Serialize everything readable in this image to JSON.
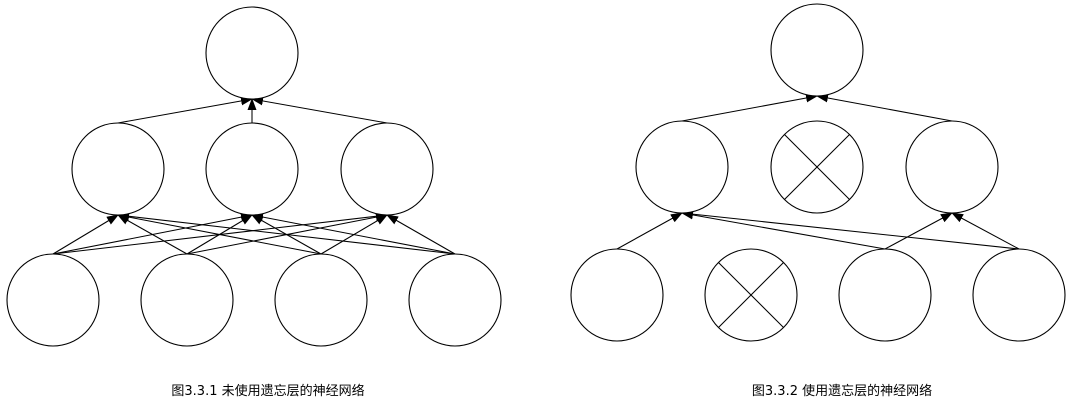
{
  "diagrams": [
    {
      "caption": "图3.3.1 未使用遗忘层的神经网络",
      "layers": [
        {
          "name": "input",
          "nodes": [
            {
              "dropped": false
            },
            {
              "dropped": false
            },
            {
              "dropped": false
            },
            {
              "dropped": false
            }
          ]
        },
        {
          "name": "hidden",
          "nodes": [
            {
              "dropped": false
            },
            {
              "dropped": false
            },
            {
              "dropped": false
            }
          ]
        },
        {
          "name": "output",
          "nodes": [
            {
              "dropped": false
            }
          ]
        }
      ],
      "edges": [
        {
          "from": "input.0",
          "to": "hidden.0"
        },
        {
          "from": "input.0",
          "to": "hidden.1"
        },
        {
          "from": "input.0",
          "to": "hidden.2"
        },
        {
          "from": "input.1",
          "to": "hidden.0"
        },
        {
          "from": "input.1",
          "to": "hidden.1"
        },
        {
          "from": "input.1",
          "to": "hidden.2"
        },
        {
          "from": "input.2",
          "to": "hidden.0"
        },
        {
          "from": "input.2",
          "to": "hidden.1"
        },
        {
          "from": "input.2",
          "to": "hidden.2"
        },
        {
          "from": "input.3",
          "to": "hidden.0"
        },
        {
          "from": "input.3",
          "to": "hidden.1"
        },
        {
          "from": "input.3",
          "to": "hidden.2"
        },
        {
          "from": "hidden.0",
          "to": "output.0"
        },
        {
          "from": "hidden.1",
          "to": "output.0"
        },
        {
          "from": "hidden.2",
          "to": "output.0"
        }
      ]
    },
    {
      "caption": "图3.3.2 使用遗忘层的神经网络",
      "layers": [
        {
          "name": "input",
          "nodes": [
            {
              "dropped": false
            },
            {
              "dropped": true
            },
            {
              "dropped": false
            },
            {
              "dropped": false
            }
          ]
        },
        {
          "name": "hidden",
          "nodes": [
            {
              "dropped": false
            },
            {
              "dropped": true
            },
            {
              "dropped": false
            }
          ]
        },
        {
          "name": "output",
          "nodes": [
            {
              "dropped": false
            }
          ]
        }
      ],
      "edges": [
        {
          "from": "input.0",
          "to": "hidden.0"
        },
        {
          "from": "input.2",
          "to": "hidden.0"
        },
        {
          "from": "input.2",
          "to": "hidden.2"
        },
        {
          "from": "input.3",
          "to": "hidden.0"
        },
        {
          "from": "input.3",
          "to": "hidden.2"
        },
        {
          "from": "hidden.0",
          "to": "output.0"
        },
        {
          "from": "hidden.2",
          "to": "output.0"
        }
      ]
    }
  ]
}
